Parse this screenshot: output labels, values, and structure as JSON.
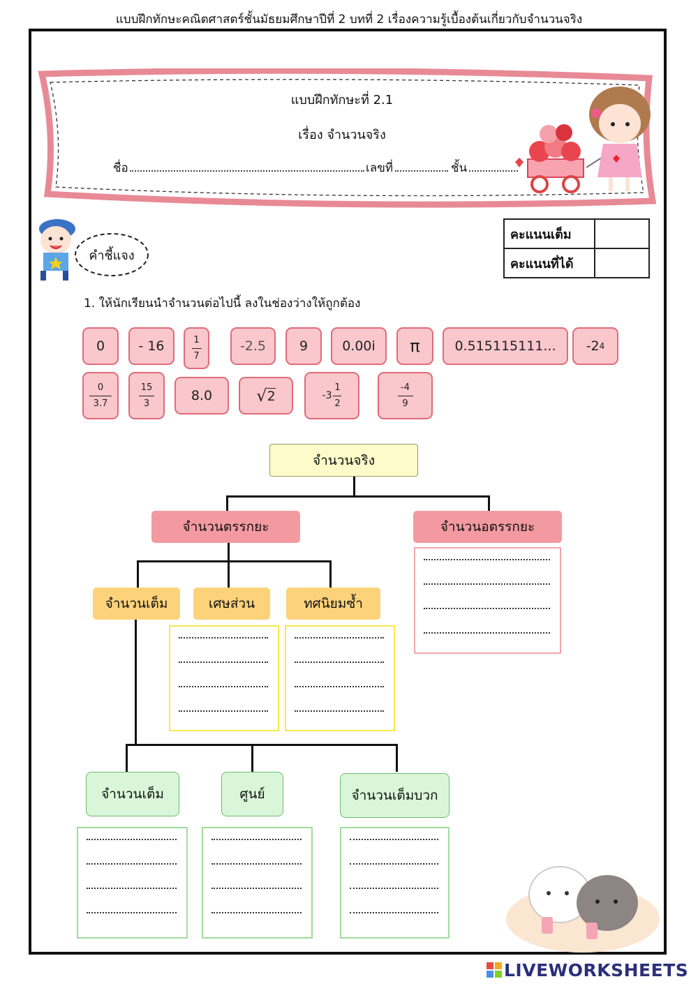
{
  "top_title": "แบบฝึกทักษะคณิตศาสตร์ชั้นมัธยมศึกษาปีที่ 2 บทที่ 2 เรื่องความรู้เบื้องต้นเกี่ยวกับจำนวนจริง",
  "header": {
    "exercise": "แบบฝึกทักษะที่ 2.1",
    "topic": "เรื่อง จำนวนจริง",
    "name_label": "ชื่อ",
    "number_label": "เลขที่",
    "class_label": "ชั้น"
  },
  "instructions_label": "คำชี้แจง",
  "score_table": {
    "full_label": "คะแนนเต็ม",
    "got_label": "คะแนนที่ได้"
  },
  "question": "1. ให้นักเรียนนำจำนวนต่อไปนี้  ลงในช่องว่างให้ถูกต้อง",
  "chips": {
    "c1": "0",
    "c2": "- 16",
    "c3_num": "1",
    "c3_den": "7",
    "c4": "-2.5",
    "c5": "9",
    "c6": "0.00i",
    "c7": "π",
    "c8": "0.515115111...",
    "c9_base": "-2",
    "c9_exp": "4",
    "c10_num": "0",
    "c10_den": "3.7",
    "c11_num": "15",
    "c11_den": "3",
    "c12": "8.0",
    "c13_radical": "√",
    "c13_value": "2",
    "c14_whole": "-3",
    "c14_num": "1",
    "c14_den": "2",
    "c15_num": "-4",
    "c15_den": "9"
  },
  "tree": {
    "real": "จำนวนจริง",
    "rational": "จำนวนตรรกยะ",
    "irrational": "จำนวนอตรรกยะ",
    "integer": "จำนวนเต็ม",
    "fraction": "เศษส่วน",
    "repeating_decimal": "ทศนิยมซ้ำ",
    "integer_negative": "จำนวนเต็ม",
    "zero": "ศูนย์",
    "integer_positive": "จำนวนเต็มบวก"
  },
  "footer_logo": "LIVEWORKSHEETS",
  "colors": {
    "chip_fill": "#f9c7cc",
    "rational_fill": "#f39aa1",
    "integer_fill": "#fcd27a",
    "green_fill": "#d9f7d8",
    "real_fill": "#fdfbc9"
  }
}
